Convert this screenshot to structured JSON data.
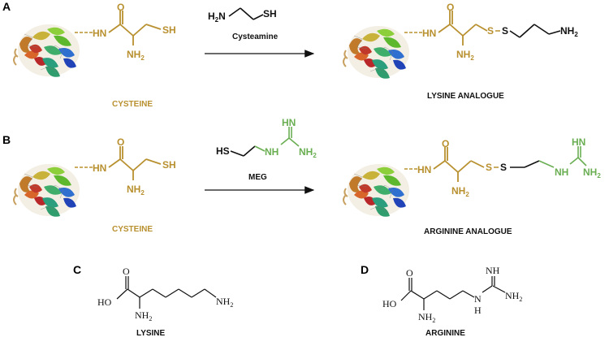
{
  "colors": {
    "gold": "#b8902f",
    "green": "#6aae52",
    "black": "#111111"
  },
  "panels": {
    "a": {
      "letter": "A",
      "start_caption": "CYSTEINE",
      "reagent_name": "Cysteamine",
      "product_caption": "LYSINE ANALOGUE"
    },
    "b": {
      "letter": "B",
      "start_caption": "CYSTEINE",
      "reagent_name": "MEG",
      "product_caption": "ARGININE ANALOGUE"
    },
    "c": {
      "letter": "C",
      "caption": "LYSINE"
    },
    "d": {
      "letter": "D",
      "caption": "ARGININE"
    }
  },
  "atoms": {
    "hn": "HN",
    "sh": "SH",
    "nh2": "NH",
    "sub2": "2",
    "o": "O",
    "s": "S",
    "hn_green": "HN",
    "nh_green": "NH",
    "ho": "HO",
    "h": "H",
    "n": "N",
    "hs": "HS",
    "h2n": "H",
    "h2n_n": "N"
  },
  "protein_icon": "protein-ribbon-icon"
}
